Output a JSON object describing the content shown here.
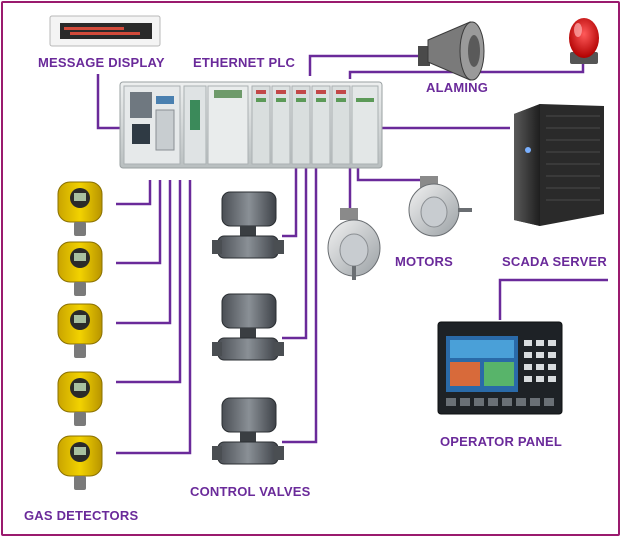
{
  "labels": {
    "message_display": "MESSAGE DISPLAY",
    "ethernet_plc": "ETHERNET PLC",
    "alarming": "ALAMING",
    "scada_server": "SCADA SERVER",
    "motors": "MOTORS",
    "operator_panel": "OPERATOR PANEL",
    "control_valves": "CONTROL VALVES",
    "gas_detectors": "GAS DETECTORS"
  },
  "colors": {
    "wire": "#6a2a9a",
    "frame": "#9a1a6e",
    "label": "#6a2a9a",
    "detector": "#e8c400",
    "plc": "#d8dcdc",
    "server": "#3a3a3a"
  }
}
